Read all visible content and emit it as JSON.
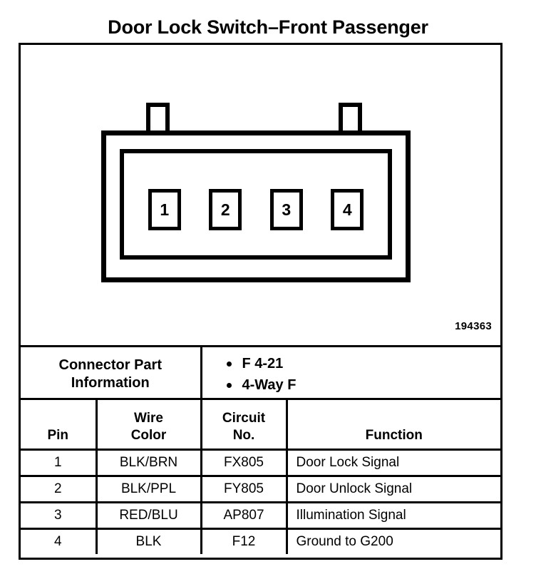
{
  "page": {
    "title": "Door Lock Switch–Front Passenger",
    "figure_number": "194363"
  },
  "connector_diagram": {
    "type": "4-way connector face view",
    "pins": [
      {
        "label": "1"
      },
      {
        "label": "2"
      },
      {
        "label": "3"
      },
      {
        "label": "4"
      }
    ],
    "tabs": 2
  },
  "connector_part_information": {
    "label": "Connector Part\nInformation",
    "label_line1": "Connector Part",
    "label_line2": "Information",
    "bullets": [
      "F 4-21",
      "4-Way F"
    ]
  },
  "pin_table": {
    "headers": {
      "pin": "Pin",
      "wire_color_line1": "Wire",
      "wire_color_line2": "Color",
      "circuit_no_line1": "Circuit",
      "circuit_no_line2": "No.",
      "function": "Function"
    },
    "rows": [
      {
        "pin": "1",
        "wire_color": "BLK/BRN",
        "circuit_no": "FX805",
        "function": "Door Lock Signal"
      },
      {
        "pin": "2",
        "wire_color": "BLK/PPL",
        "circuit_no": "FY805",
        "function": "Door Unlock Signal"
      },
      {
        "pin": "3",
        "wire_color": "RED/BLU",
        "circuit_no": "AP807",
        "function": "Illumination Signal"
      },
      {
        "pin": "4",
        "wire_color": "BLK",
        "circuit_no": "F12",
        "function": "Ground to G200"
      }
    ]
  },
  "colors": {
    "ink": "#000000",
    "paper": "#ffffff"
  }
}
